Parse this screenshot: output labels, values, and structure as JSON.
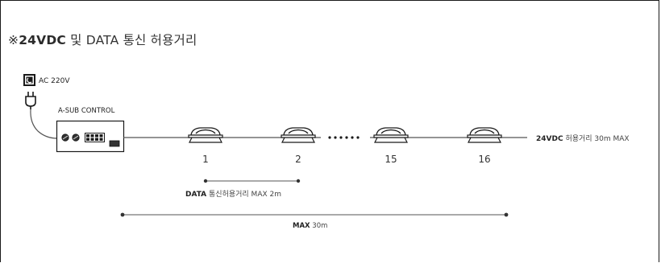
{
  "title": {
    "mark": "※",
    "strong": "24VDC",
    "rest": " 및 DATA 통신 허용거리"
  },
  "power_label": "AC 220V",
  "controller_label": "A-SUB CONTROL",
  "nodes": [
    "1",
    "2",
    "15",
    "16"
  ],
  "spec_label": {
    "strong": "24VDC",
    "rest": " 허용거리 30m MAX"
  },
  "data_range_label": {
    "strong": "DATA",
    "rest": " 통신허용거리 MAX 2m"
  },
  "max_range_label": {
    "strong": "MAX",
    "rest": " 30m"
  },
  "colors": {
    "line": "#555555",
    "ink": "#1a1a1a",
    "border": "#1a1a1a"
  },
  "icons": [
    "outlet-icon",
    "plug-icon",
    "controller-box",
    "node-fixture-icon"
  ]
}
